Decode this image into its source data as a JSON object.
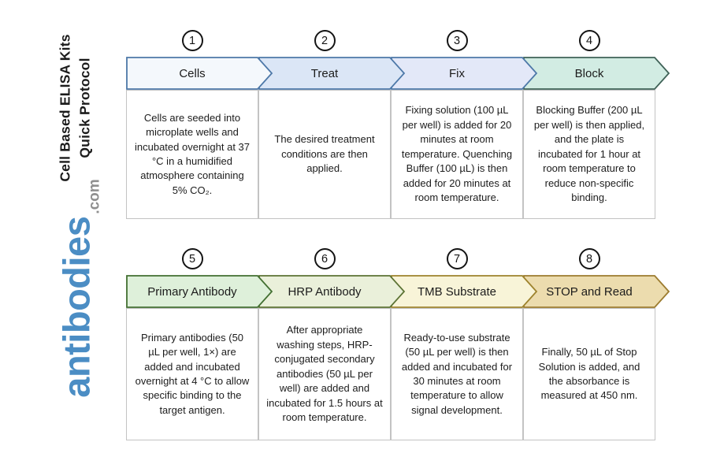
{
  "branding": {
    "logo_text": "antibodies",
    "logo_suffix": ".com",
    "logo_color": "#4b8dc4",
    "logo_suffix_color": "#8f8f8f",
    "title_line1": "Cell Based ELISA Kits",
    "title_line2": "Quick Protocol"
  },
  "protocol": {
    "rows": [
      {
        "steps": [
          {
            "number": "1",
            "label": "Cells",
            "fill": "#f4f8fc",
            "stroke": "#4d78a8",
            "description": "Cells are seeded into microplate wells and incubated overnight at 37 °C in a humidified atmosphere containing 5% CO₂."
          },
          {
            "number": "2",
            "label": "Treat",
            "fill": "#dbe6f6",
            "stroke": "#4d78a8",
            "description": "The desired treatment conditions are then applied."
          },
          {
            "number": "3",
            "label": "Fix",
            "fill": "#e3e8f8",
            "stroke": "#4d78a8",
            "description": "Fixing solution (100 µL per well) is added for 20 minutes at room temperature. Quenching Buffer (100 µL) is then added for 20 minutes at room temperature."
          },
          {
            "number": "4",
            "label": "Block",
            "fill": "#d2ece3",
            "stroke": "#3f6257",
            "description": "Blocking Buffer (200 µL per well) is then applied, and the plate is incubated for 1 hour at room temperature to reduce non-specific binding."
          }
        ]
      },
      {
        "steps": [
          {
            "number": "5",
            "label": "Primary Antibody",
            "fill": "#def0da",
            "stroke": "#426f31",
            "description": "Primary antibodies (50 µL per well, 1×) are added and incubated overnight at 4 °C to allow specific binding to the target antigen."
          },
          {
            "number": "6",
            "label": "HRP Antibody",
            "fill": "#eaf0da",
            "stroke": "#5c7334",
            "description": "After appropriate washing steps, HRP-conjugated secondary antibodies (50 µL per well) are added and incubated for 1.5 hours at room temperature."
          },
          {
            "number": "7",
            "label": "TMB Substrate",
            "fill": "#f8f4d8",
            "stroke": "#9d822c",
            "description": "Ready-to-use substrate (50 µL per well) is then added and incubated for 30 minutes at room temperature to allow signal development."
          },
          {
            "number": "8",
            "label": "STOP and Read",
            "fill": "#ecdcae",
            "stroke": "#9c7b2e",
            "description": "Finally, 50 µL of Stop Solution is added, and the absorbance is measured at 450 nm."
          }
        ]
      }
    ]
  }
}
